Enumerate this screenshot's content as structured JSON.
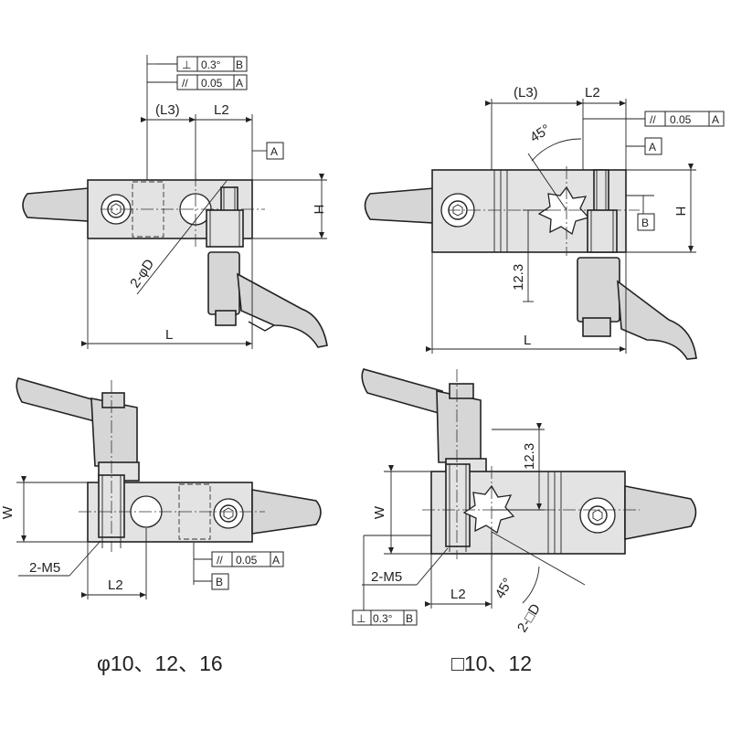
{
  "labels": {
    "l3": "(L3)",
    "l2": "L2",
    "h": "H",
    "w": "W",
    "l": "L",
    "d_round": "2-φD",
    "d_square": "2-□D",
    "m5": "2-M5",
    "angle": "45°",
    "dim_12_3": "12.3",
    "datum_a": "A",
    "datum_b": "B",
    "tol_perp_value": "0.3°",
    "tol_par_value": "0.05",
    "sym_perp": "⊥",
    "sym_par": "//"
  },
  "captions": {
    "round": "φ10、12、16",
    "square": "□10、12"
  }
}
